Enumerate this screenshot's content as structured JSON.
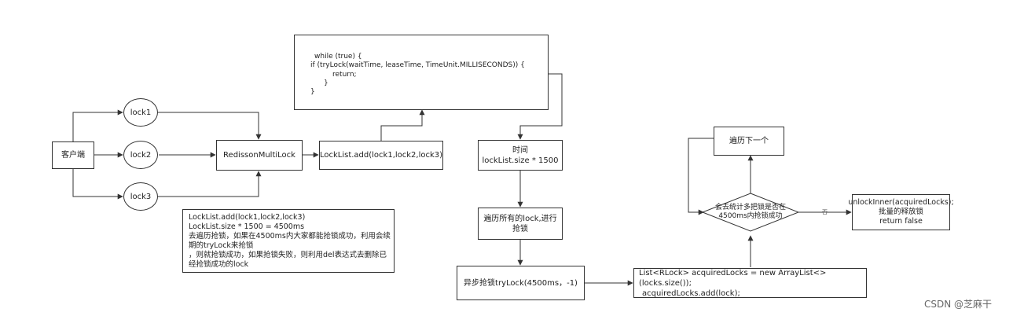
{
  "nodes": {
    "client": "客户端",
    "lock1": "lock1",
    "lock2": "lock2",
    "lock3": "lock3",
    "multilock": "RedissonMultiLock",
    "locklist_add": "LockList.add(lock1,lock2,lock3)",
    "time": [
      "时间",
      "lockList.size * 1500"
    ],
    "traverse_all": [
      "遍历所有的lock,进行",
      "抢锁"
    ],
    "async_trylock": "异步抢锁tryLock(4500ms，-1)",
    "acquired": [
      "List<RLock> acquiredLocks = new ArrayList<>(locks.size());",
      "acquiredLocks.add(lock);"
    ],
    "decision": [
      "会去统计多把锁是否在",
      "4500ms内抢锁成功"
    ],
    "next": "遍历下一个",
    "unlock": [
      "unlockInner(acquiredLocks);",
      "批量的释放锁",
      "return false"
    ]
  },
  "code_box": [
    "while (true) {",
    "if (tryLock(waitTime, leaseTime, TimeUnit.MILLISECONDS)) {",
    "return;",
    "}",
    "}"
  ],
  "note": [
    "LockList.add(lock1,lock2,lock3)",
    "LockList.size * 1500 = 4500ms",
    "去遍历抢锁，如果在4500ms内大家都能抢锁成功，利用会续",
    "期的tryLock来抢锁",
    "，则就抢锁成功，如果抢锁失败，则利用del表达式去删除已",
    "经抢锁成功的lock"
  ],
  "edge_label_no": "否",
  "watermark": "CSDN @芝麻干"
}
